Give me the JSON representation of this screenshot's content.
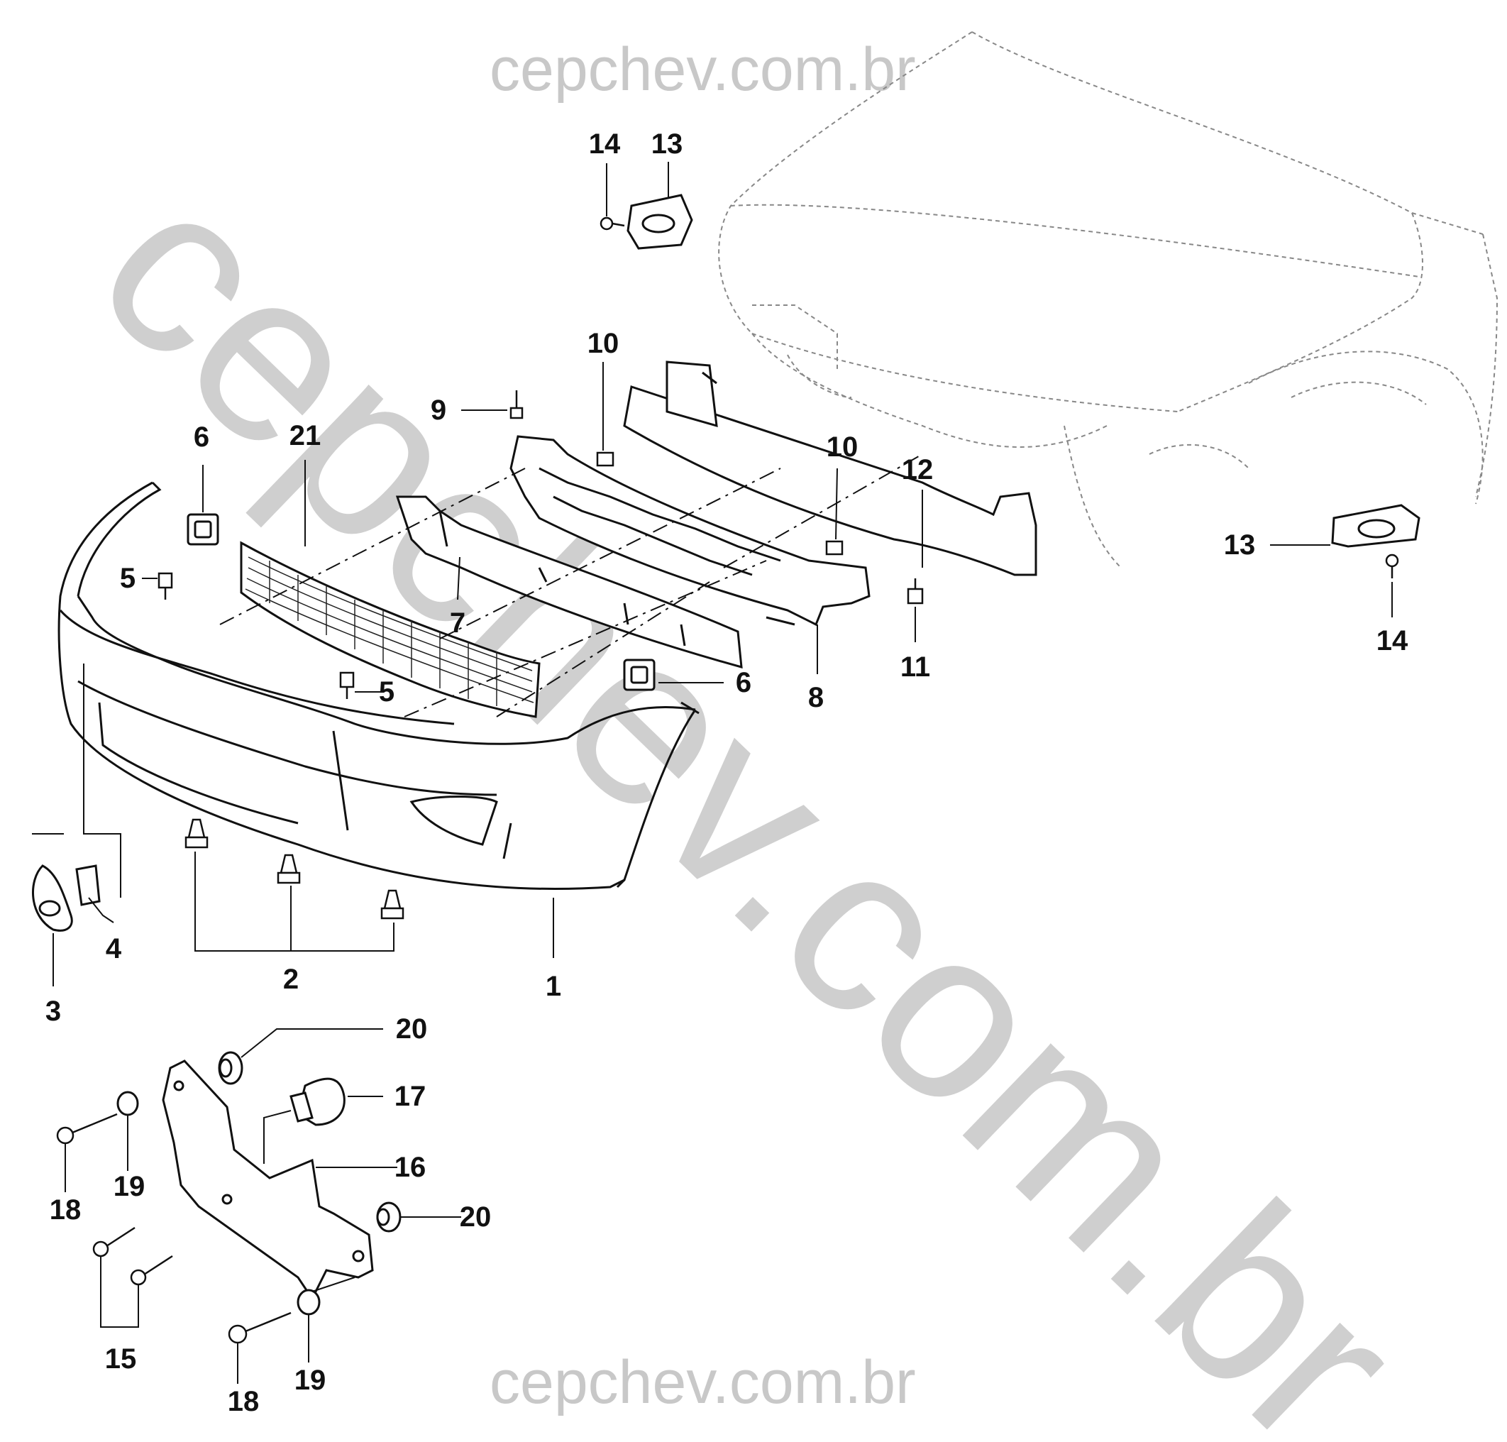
{
  "watermark": {
    "top": "cepchev.com.br",
    "bottom": "cepchev.com.br",
    "diagonal": "cepchev.com.br"
  },
  "callouts": [
    {
      "id": "c14a",
      "label": "14"
    },
    {
      "id": "c13a",
      "label": "13"
    },
    {
      "id": "c10a",
      "label": "10"
    },
    {
      "id": "c9",
      "label": "9"
    },
    {
      "id": "c6a",
      "label": "6"
    },
    {
      "id": "c21",
      "label": "21"
    },
    {
      "id": "c10b",
      "label": "10"
    },
    {
      "id": "c12",
      "label": "12"
    },
    {
      "id": "c13b",
      "label": "13"
    },
    {
      "id": "c14b",
      "label": "14"
    },
    {
      "id": "c5a",
      "label": "5"
    },
    {
      "id": "c7",
      "label": "7"
    },
    {
      "id": "c5b",
      "label": "5"
    },
    {
      "id": "c6b",
      "label": "6"
    },
    {
      "id": "c8",
      "label": "8"
    },
    {
      "id": "c11",
      "label": "11"
    },
    {
      "id": "c4",
      "label": "4"
    },
    {
      "id": "c3",
      "label": "3"
    },
    {
      "id": "c2",
      "label": "2"
    },
    {
      "id": "c1",
      "label": "1"
    },
    {
      "id": "c20a",
      "label": "20"
    },
    {
      "id": "c17",
      "label": "17"
    },
    {
      "id": "c16",
      "label": "16"
    },
    {
      "id": "c19a",
      "label": "19"
    },
    {
      "id": "c18a",
      "label": "18"
    },
    {
      "id": "c20b",
      "label": "20"
    },
    {
      "id": "c15",
      "label": "15"
    },
    {
      "id": "c19b",
      "label": "19"
    },
    {
      "id": "c18b",
      "label": "18"
    }
  ]
}
